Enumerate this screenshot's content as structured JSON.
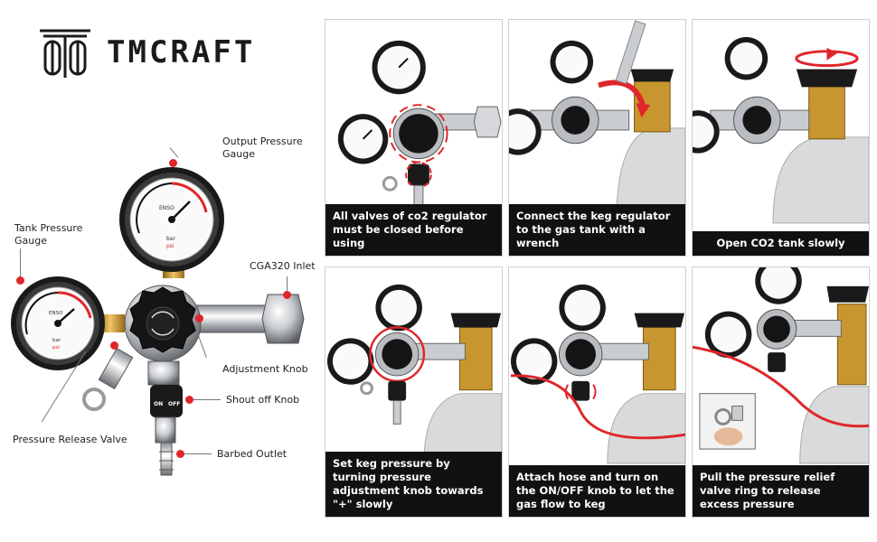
{
  "brand": {
    "name": "TMCRAFT"
  },
  "callouts": {
    "output_gauge": "Output Pressure\nGauge",
    "tank_gauge": "Tank Pressure\nGauge",
    "inlet": "CGA320 Inlet",
    "adjustment": "Adjustment Knob",
    "shutoff": "Shout off Knob",
    "release_valve": "Pressure Release Valve",
    "outlet": "Barbed Outlet"
  },
  "gauge_labels": {
    "brand": "ENSO",
    "unit_bar": "bar",
    "unit_psi": "psi"
  },
  "knob_labels": {
    "on": "ON",
    "off": "OFF"
  },
  "steps": [
    {
      "caption": "All valves of co2 regulator must be closed before using"
    },
    {
      "caption": "Connect the keg regulator to the gas tank with a wrench"
    },
    {
      "caption": "Open CO2 tank slowly"
    },
    {
      "caption": "Set keg pressure by turning pressure adjustment knob towards \"+\" slowly"
    },
    {
      "caption": "Attach hose and turn on the ON/OFF knob to let the gas flow to keg"
    },
    {
      "caption": "Pull the pressure relief valve ring to release excess pressure"
    }
  ],
  "colors": {
    "accent_red": "#e0262a",
    "caption_bg": "#111111",
    "brass": "#c8962f",
    "chrome": "#b9bcc0"
  }
}
